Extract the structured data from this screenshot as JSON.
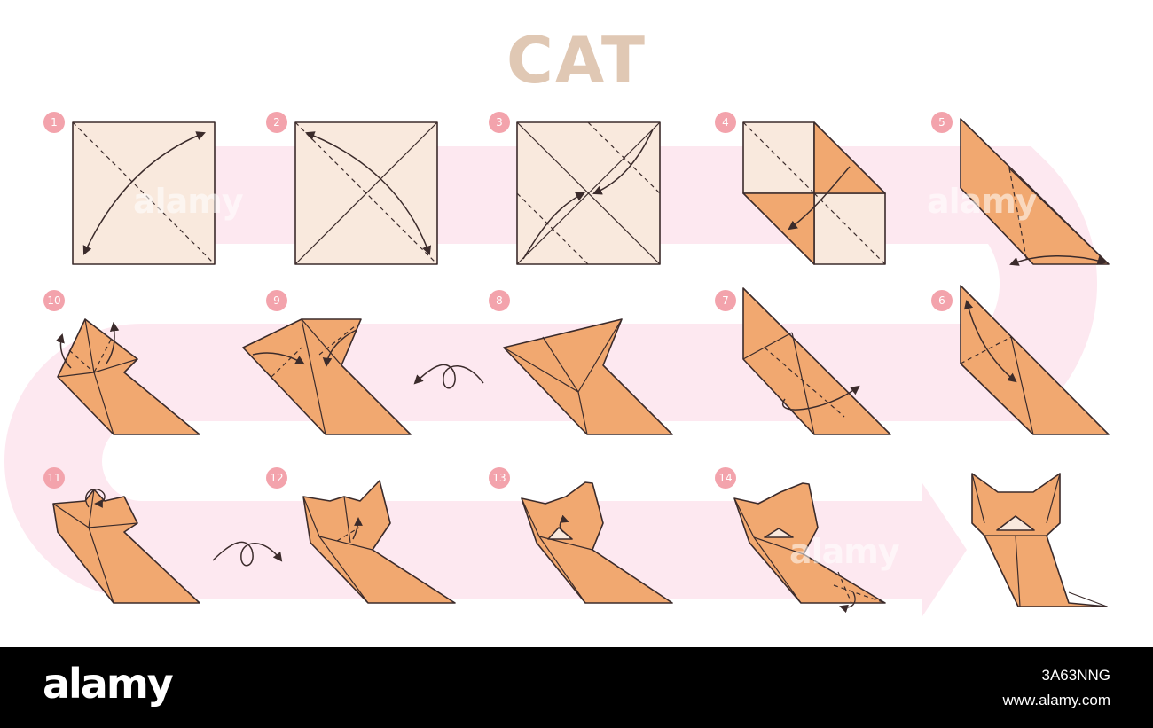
{
  "title": "CAT",
  "colors": {
    "paper_front": "#f9e9dd",
    "paper_back": "#f1a870",
    "outline": "#3b2b2b",
    "badge": "#f3a3ac",
    "arrow_path": "#fde8f0",
    "title": "#e0c8b4"
  },
  "steps": [
    {
      "number": "1"
    },
    {
      "number": "2"
    },
    {
      "number": "3"
    },
    {
      "number": "4"
    },
    {
      "number": "5"
    },
    {
      "number": "6"
    },
    {
      "number": "7"
    },
    {
      "number": "8"
    },
    {
      "number": "9"
    },
    {
      "number": "10"
    },
    {
      "number": "11"
    },
    {
      "number": "12"
    },
    {
      "number": "13"
    },
    {
      "number": "14"
    }
  ],
  "icons": {
    "flip_over": "flip-over-icon",
    "progress_path": "progress-arrow-icon"
  },
  "watermark": {
    "text": "alamy"
  },
  "footer": {
    "logo": "alamy",
    "image_id": "3A63NNG",
    "site": "www.alamy.com"
  }
}
